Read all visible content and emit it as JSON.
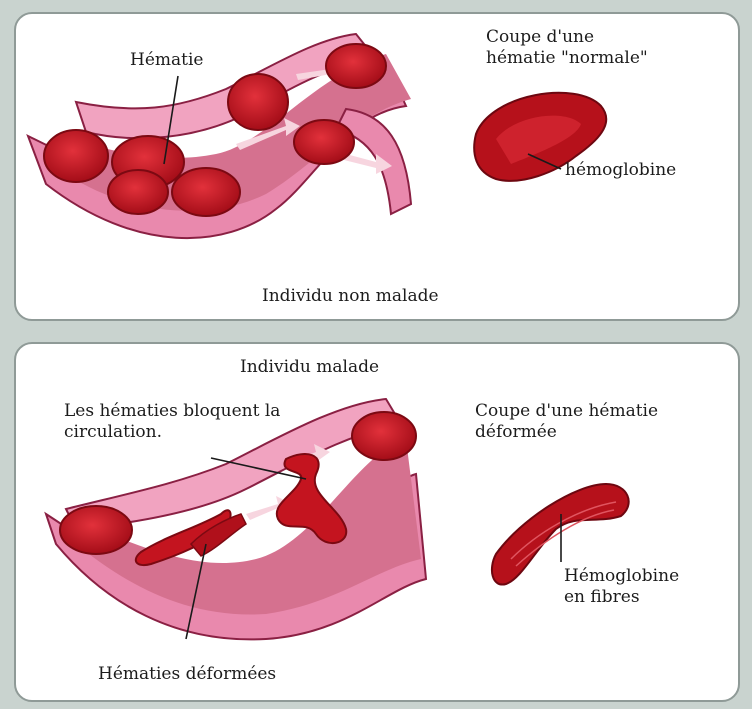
{
  "colors": {
    "background": "#c9d3cf",
    "panel": "#ffffff",
    "vessel_outer": "#e989ad",
    "vessel_inner": "#d5718f",
    "vessel_edge": "#8a2043",
    "cell": "#c4141f",
    "cell_dark": "#7c0912"
  },
  "top_panel": {
    "label_hematie": "Hématie",
    "label_coupe_line1": "Coupe d'une",
    "label_coupe_line2": "hématie \"normale\"",
    "label_hemoglobine": "hémoglobine",
    "caption": "Individu non malade"
  },
  "bottom_panel": {
    "caption": "Individu malade",
    "label_bloquent_line1": "Les hématies bloquent la",
    "label_bloquent_line2": "circulation.",
    "label_coupe_line1": "Coupe d'une hématie",
    "label_coupe_line2": "déformée",
    "label_fibres_line1": "Hémoglobine",
    "label_fibres_line2": "en fibres",
    "label_deformees": "Hématies déformées"
  }
}
